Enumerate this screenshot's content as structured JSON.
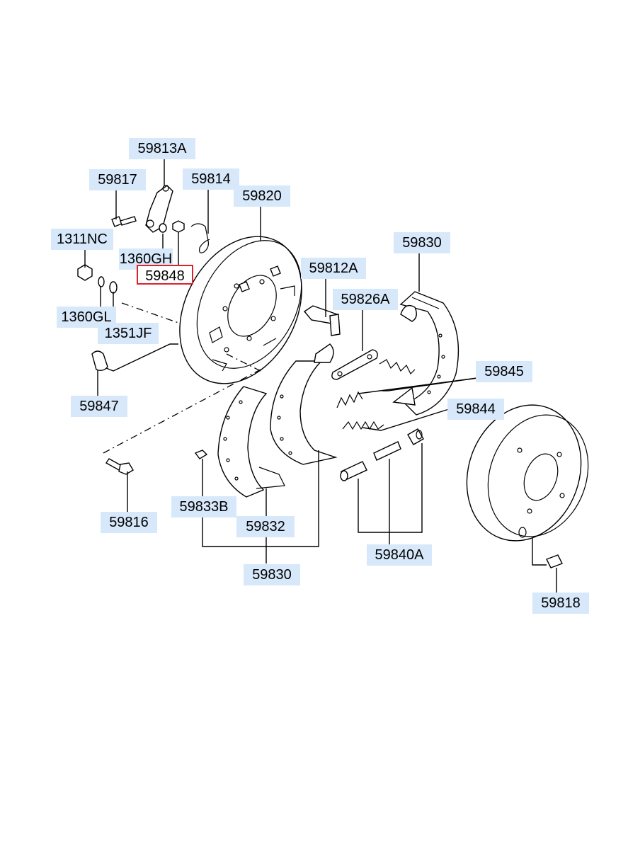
{
  "diagram": {
    "labels": {
      "p59813A": "59813A",
      "p59817": "59817",
      "p59814": "59814",
      "p59820": "59820",
      "p1311NC": "1311NC",
      "p1360GH": "1360GH",
      "p59848": "59848",
      "p59812A": "59812A",
      "p59830_top": "59830",
      "p59826A": "59826A",
      "p1360GL": "1360GL",
      "p1351JF": "1351JF",
      "p59845": "59845",
      "p59844": "59844",
      "p59847": "59847",
      "p59816": "59816",
      "p59833B": "59833B",
      "p59832": "59832",
      "p59830_bottom": "59830",
      "p59840A": "59840A",
      "p59818": "59818"
    },
    "selected_part": "59848",
    "highlight_color": "#e0202a",
    "label_bg_color": "#d7e8fa"
  }
}
